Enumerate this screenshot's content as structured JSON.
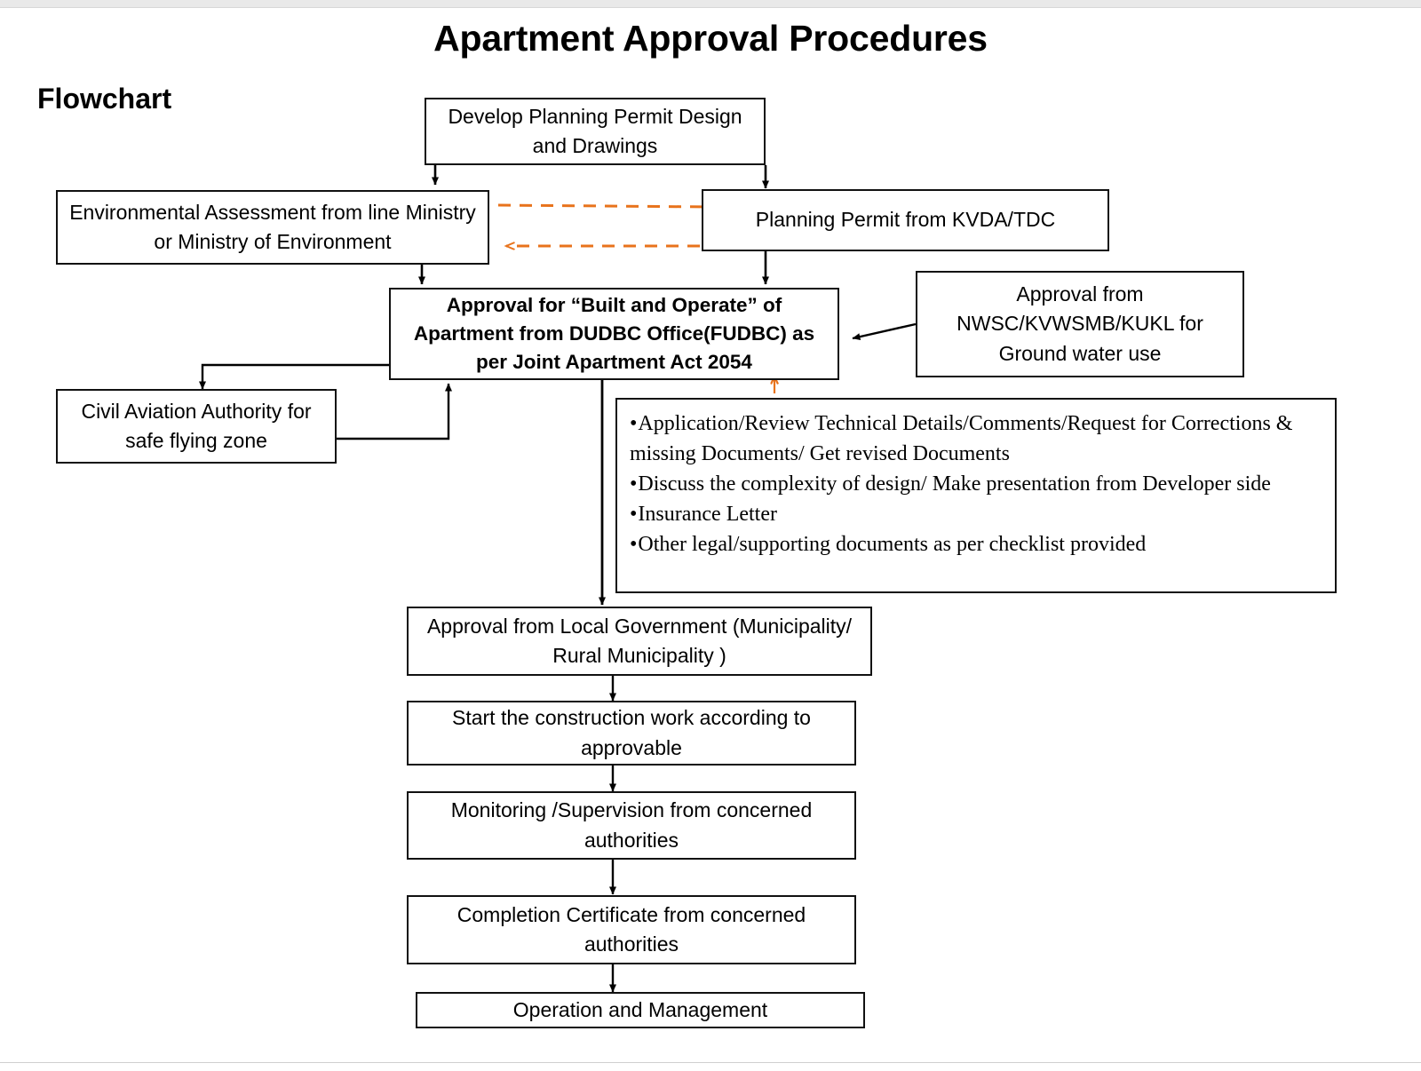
{
  "document": {
    "title": "Apartment Approval Procedures",
    "subtitle": "Flowchart"
  },
  "colors": {
    "node_border": "#111111",
    "connector": "#000000",
    "feedback_connector": "#E8731C",
    "background": "#FFFFFF"
  },
  "nodes": {
    "develop_permit": "Develop Planning Permit Design and Drawings",
    "environmental_assessment": "Environmental Assessment from line Ministry or Ministry of Environment",
    "planning_permit": "Planning Permit from KVDA/TDC",
    "dudbc_approval": "Approval for “Built and Operate” of Apartment from DUDBC Office(FUDBC) as per Joint Apartment Act 2054",
    "ground_water": "Approval from NWSC/KVWSMB/KUKL for Ground water use",
    "civil_aviation": "Civil Aviation Authority for safe flying zone",
    "local_government": "Approval from Local Government (Municipality/ Rural Municipality )",
    "start_construction": "Start the construction work according to approvable",
    "monitoring": "Monitoring /Supervision from concerned authorities",
    "completion_certificate": "Completion Certificate from concerned authorities",
    "operation_management": "Operation and  Management"
  },
  "requirements_box": {
    "items": [
      "Application/Review Technical Details/Comments/Request for Corrections & missing Documents/ Get revised Documents",
      "Discuss the complexity of design/ Make presentation from Developer side",
      "Insurance Letter",
      "Other legal/supporting documents as per checklist provided"
    ]
  },
  "chart_data": {
    "type": "diagram",
    "title": "Apartment Approval Procedures",
    "subtitle": "Flowchart",
    "diagram_kind": "flowchart",
    "nodes": [
      {
        "id": "develop_permit",
        "label": "Develop Planning Permit Design and Drawings",
        "style": "process"
      },
      {
        "id": "environmental_assessment",
        "label": "Environmental Assessment from line Ministry or Ministry of Environment",
        "style": "process"
      },
      {
        "id": "planning_permit",
        "label": "Planning Permit from KVDA/TDC",
        "style": "process"
      },
      {
        "id": "dudbc_approval",
        "label": "Approval for “Built and Operate” of Apartment from DUDBC Office(FUDBC) as per Joint Apartment Act 2054",
        "style": "process-bold"
      },
      {
        "id": "ground_water",
        "label": "Approval from NWSC/KVWSMB/KUKL for Ground water use",
        "style": "process"
      },
      {
        "id": "civil_aviation",
        "label": "Civil Aviation Authority for safe flying zone",
        "style": "process"
      },
      {
        "id": "requirements",
        "label": "Application/Review Technical Details; Discuss complexity of design; Insurance Letter; Other legal/supporting documents",
        "style": "note"
      },
      {
        "id": "local_government",
        "label": "Approval from Local Government (Municipality/ Rural Municipality )",
        "style": "process"
      },
      {
        "id": "start_construction",
        "label": "Start the construction work according to approvable",
        "style": "process"
      },
      {
        "id": "monitoring",
        "label": "Monitoring /Supervision from concerned authorities",
        "style": "process"
      },
      {
        "id": "completion_certificate",
        "label": "Completion Certificate from concerned authorities",
        "style": "process"
      },
      {
        "id": "operation_management",
        "label": "Operation and  Management",
        "style": "process"
      }
    ],
    "edges": [
      {
        "from": "develop_permit",
        "to": "environmental_assessment",
        "type": "solid-arrow"
      },
      {
        "from": "develop_permit",
        "to": "planning_permit",
        "type": "solid-arrow"
      },
      {
        "from": "environmental_assessment",
        "to": "planning_permit",
        "type": "dashed-arrow",
        "color": "#E8731C"
      },
      {
        "from": "planning_permit",
        "to": "environmental_assessment",
        "type": "dashed-arrow",
        "color": "#E8731C"
      },
      {
        "from": "environmental_assessment",
        "to": "dudbc_approval",
        "type": "solid-arrow"
      },
      {
        "from": "planning_permit",
        "to": "dudbc_approval",
        "type": "solid-arrow"
      },
      {
        "from": "ground_water",
        "to": "dudbc_approval",
        "type": "solid-arrow"
      },
      {
        "from": "dudbc_approval",
        "to": "civil_aviation",
        "type": "solid-arrow"
      },
      {
        "from": "civil_aviation",
        "to": "dudbc_approval",
        "type": "solid-arrow"
      },
      {
        "from": "requirements",
        "to": "dudbc_approval",
        "type": "solid-arrow",
        "color": "#E8731C"
      },
      {
        "from": "dudbc_approval",
        "to": "local_government",
        "type": "solid-arrow"
      },
      {
        "from": "local_government",
        "to": "start_construction",
        "type": "solid-arrow"
      },
      {
        "from": "start_construction",
        "to": "monitoring",
        "type": "solid-arrow"
      },
      {
        "from": "monitoring",
        "to": "completion_certificate",
        "type": "solid-arrow"
      },
      {
        "from": "completion_certificate",
        "to": "operation_management",
        "type": "solid-arrow"
      }
    ]
  }
}
